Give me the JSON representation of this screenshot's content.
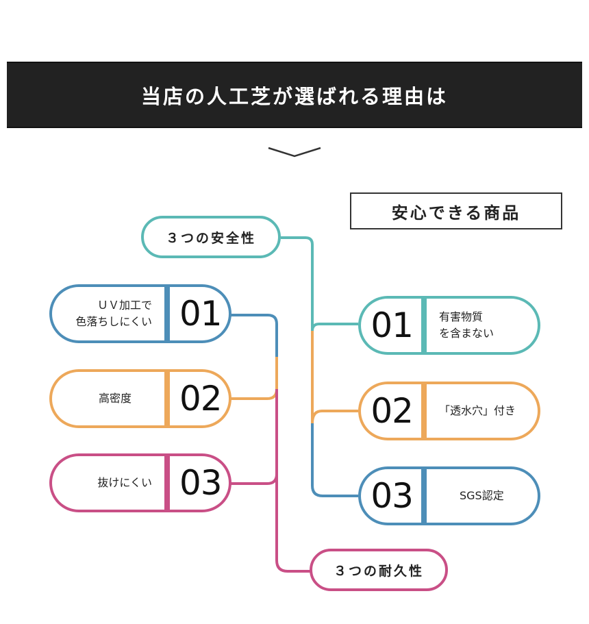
{
  "banner": {
    "title": "当店の人工芝が選ばれる理由は"
  },
  "heading": "安心できる商品",
  "colors": {
    "teal": "#5bb9b5",
    "blue": "#4d8eb8",
    "orange": "#eda85a",
    "magenta": "#c94f86",
    "banner_bg": "#222222"
  },
  "safety": {
    "label": "３つの安全性",
    "items": [
      {
        "num": "01",
        "text": "有害物質\nを含まない"
      },
      {
        "num": "02",
        "text": "「透水穴」付き"
      },
      {
        "num": "03",
        "text": "SGS認定"
      }
    ]
  },
  "durability": {
    "label": "３つの耐久性",
    "items": [
      {
        "num": "01",
        "text": "ＵＶ加工で\n色落ちしにくい"
      },
      {
        "num": "02",
        "text": "高密度"
      },
      {
        "num": "03",
        "text": "抜けにくい"
      }
    ]
  }
}
